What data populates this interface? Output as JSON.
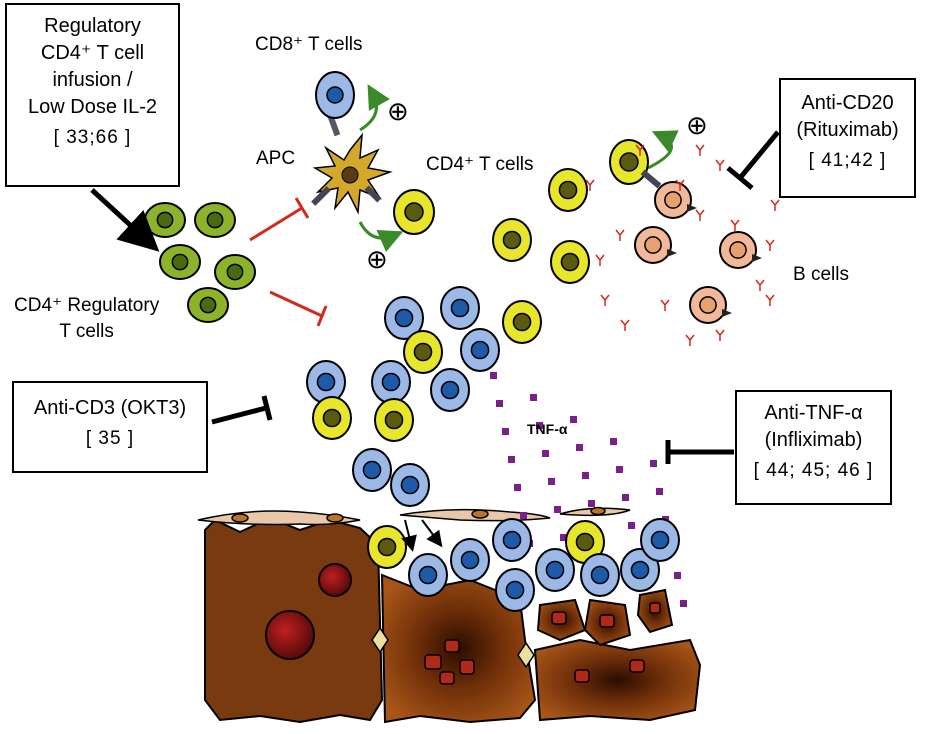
{
  "boxes": {
    "treg_therapy": {
      "title": "Regulatory\nCD4⁺ T cell\ninfusion /\nLow Dose IL-2",
      "refs": "[ 33;66 ]"
    },
    "anti_cd20": {
      "title": "Anti-CD20\n(Rituximab)",
      "refs": "[ 41;42 ]"
    },
    "anti_cd3": {
      "title": "Anti-CD3 (OKT3)",
      "refs": "[ 35 ]"
    },
    "anti_tnf": {
      "title": "Anti-TNF-α\n(Infliximab)",
      "refs": "[ 44; 45; 46 ]"
    }
  },
  "labels": {
    "cd8": "CD8⁺ T cells",
    "apc": "APC",
    "cd4": "CD4⁺ T cells",
    "tregs": "CD4⁺ Regulatory\nT cells",
    "bcells": "B cells",
    "tnf": "TNF-α"
  },
  "symbols": {
    "plus": "⊕"
  },
  "colors": {
    "cd4": "#e8e62a",
    "cd8": "#9bb8e6",
    "treg": "#8db32a",
    "bcell": "#f3b89a",
    "tissue": "#7a3a10",
    "inhibit_red": "#d42a1e",
    "activate_green": "#3a8a2a",
    "tnf_dots": "#7a1f8c"
  }
}
